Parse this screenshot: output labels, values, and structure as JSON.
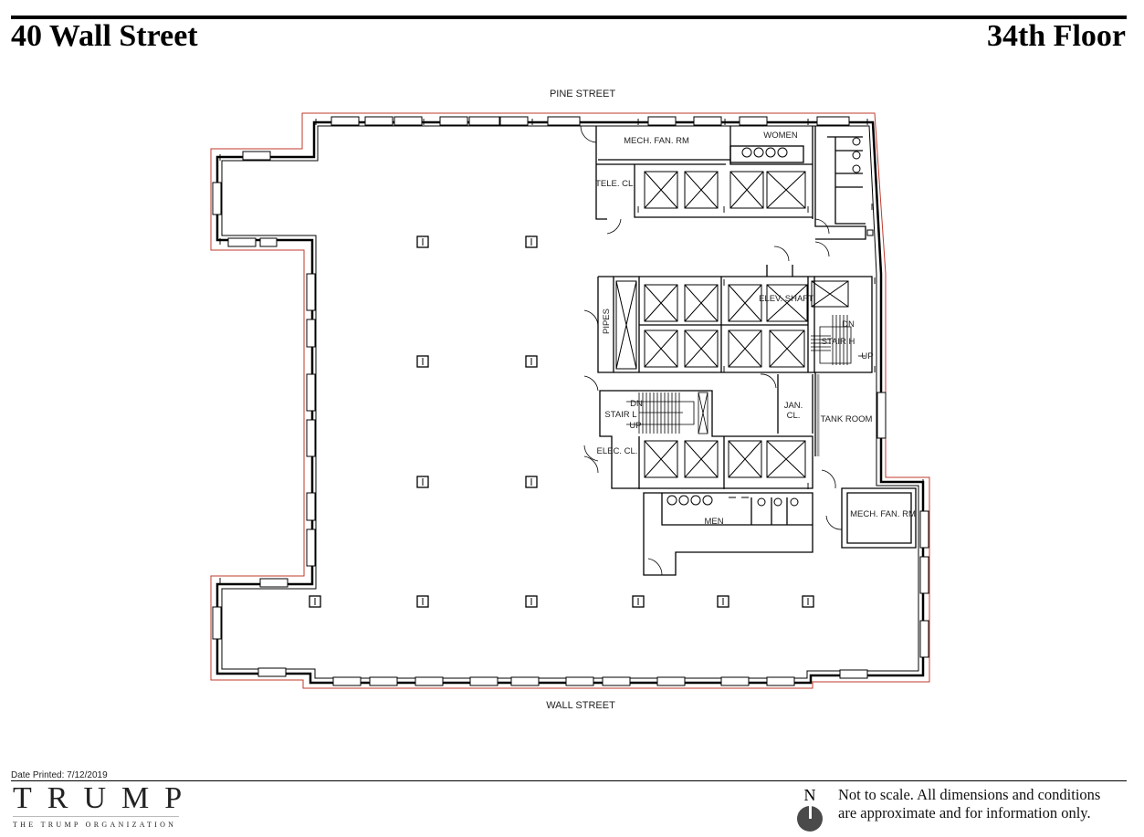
{
  "header": {
    "building": "40 Wall Street",
    "floor": "34th Floor"
  },
  "streets": {
    "north": "PINE STREET",
    "south": "WALL STREET"
  },
  "rooms": [
    {
      "id": "mech-fan-rm-north",
      "label": "MECH. FAN. RM"
    },
    {
      "id": "women",
      "label": "WOMEN"
    },
    {
      "id": "tele-cl",
      "label": "TELE. CL."
    },
    {
      "id": "elev-shaft",
      "label": "ELEV. SHAFT"
    },
    {
      "id": "pipes",
      "label": "PIPES"
    },
    {
      "id": "stair-h",
      "label": "STAIR H"
    },
    {
      "id": "stair-h-dn",
      "label": "DN"
    },
    {
      "id": "stair-h-up",
      "label": "UP"
    },
    {
      "id": "stair-l",
      "label": "STAIR L"
    },
    {
      "id": "stair-l-dn",
      "label": "DN"
    },
    {
      "id": "stair-l-up",
      "label": "UP"
    },
    {
      "id": "jan-cl-1",
      "label": "JAN."
    },
    {
      "id": "jan-cl-2",
      "label": "CL."
    },
    {
      "id": "tank-room",
      "label": "TANK ROOM"
    },
    {
      "id": "elec-cl",
      "label": "ELEC. CL."
    },
    {
      "id": "men",
      "label": "MEN"
    },
    {
      "id": "mech-fan-rm-south",
      "label": "MECH. FAN. RM"
    }
  ],
  "column_marker": "I",
  "footer": {
    "date_printed": "Date Printed: 7/12/2019",
    "logo_main": "TRUMP",
    "logo_sub": "THE TRUMP ORGANIZATION",
    "north_label": "N",
    "disclaimer_line1": "Not to scale. All dimensions and conditions",
    "disclaimer_line2": "are approximate and for information only."
  },
  "colors": {
    "property_line": "#c0392b",
    "walls": "#000000",
    "text": "#222222",
    "compass": "#4a4a4a"
  }
}
